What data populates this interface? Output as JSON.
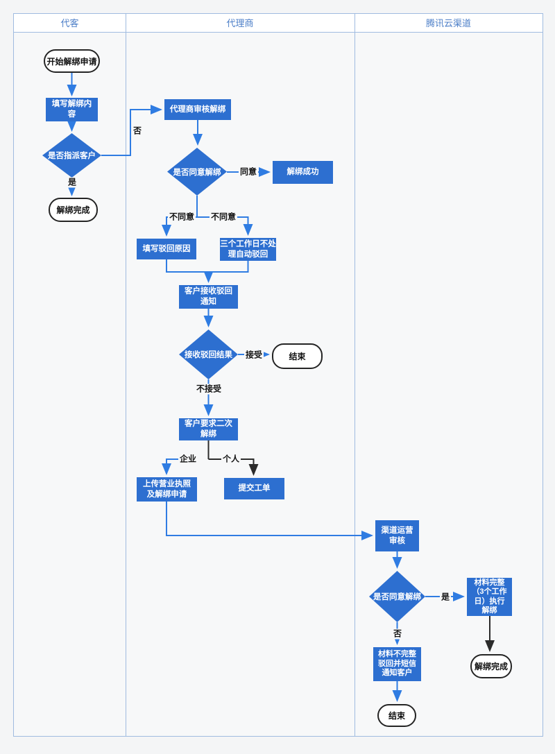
{
  "lanes": [
    {
      "label": "代客"
    },
    {
      "label": "代理商"
    },
    {
      "label": "腾讯云渠道"
    }
  ],
  "nodes": {
    "start": {
      "label": "开始解绑申请"
    },
    "fill_unbind_content": {
      "label": "填写解绑内\n容"
    },
    "assign_customer_decision": {
      "label": "是否指派客户"
    },
    "unbind_done_customer": {
      "label": "解绑完成"
    },
    "agent_review": {
      "label": "代理商审核解绑"
    },
    "agent_agree_decision": {
      "label": "是否同意解绑"
    },
    "unbind_success": {
      "label": "解绑成功"
    },
    "fill_reject_reason": {
      "label": "填写驳回原因"
    },
    "auto_reject": {
      "label": "三个工作日不处\n理自动驳回"
    },
    "customer_receive_reject": {
      "label": "客户接收驳回\n通知"
    },
    "reject_result_decision": {
      "label": "接收驳回结果"
    },
    "end_mid": {
      "label": "结束"
    },
    "second_unbind_request": {
      "label": "客户要求二次\n解绑"
    },
    "upload_license": {
      "label": "上传营业执照\n及解绑申请"
    },
    "submit_ticket": {
      "label": "提交工单"
    },
    "channel_ops_review": {
      "label": "渠道运营\n审核"
    },
    "channel_agree_decision": {
      "label": "是否同意解绑"
    },
    "material_complete": {
      "label": "材料完整\n（3个工作\n日）执行\n解绑"
    },
    "material_incomplete": {
      "label": "材料不完整\n驳回并短信\n通知客户"
    },
    "unbind_done_channel": {
      "label": "解绑完成"
    },
    "end_bottom": {
      "label": "结束"
    }
  },
  "edge_labels": {
    "yes": "是",
    "no": "否",
    "agree": "同意",
    "disagree": "不同意",
    "accept": "接受",
    "not_accept": "不接受",
    "enterprise": "企业",
    "personal": "个人"
  },
  "colors": {
    "node_fill": "#2d6fd0",
    "connector_blue": "#2f7ce2",
    "connector_black": "#2b2b2b",
    "frame_border": "#9fbbe0",
    "header_text": "#4d7fc8",
    "lane_bg": "#f7f8f9",
    "header_bg": "#ffffff",
    "terminal_border": "#242424",
    "page_bg": "#f4f5f6"
  }
}
